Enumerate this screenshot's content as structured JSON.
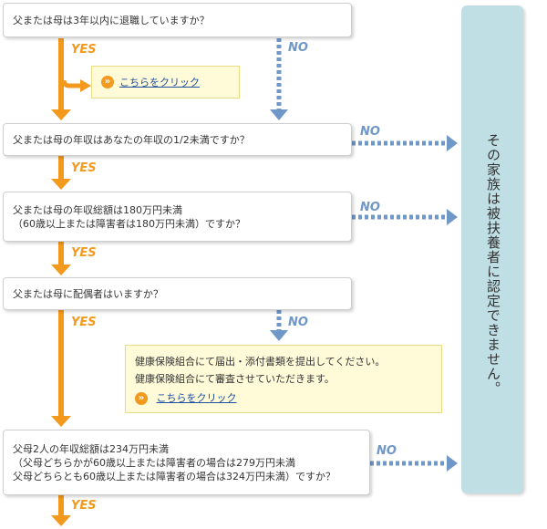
{
  "questions": {
    "q1": "父または母は3年以内に退職していますか？",
    "q2": "父または母の年収はあなたの年収の1/2未満ですか？",
    "q3": [
      "父または母の年収総額は180万円未満",
      "（60歳以上または障害者は180万円未満）ですか？"
    ],
    "q4": "父または母に配偶者はいますか？",
    "q5": [
      "父母2人の年収総額は234万円未満",
      "（父母どちらかが60歳以上または障害者の場合は279万円未満",
      "父母どちらとも60歳以上または障害者の場合は324万円未満）ですか？"
    ]
  },
  "notes": {
    "note1": {
      "link": "こちらをクリック"
    },
    "note2": {
      "line1": "健康保険組合にて届出・添付書類を提出してください。",
      "line2": "健康保険組合にて審査させていただきます。",
      "link": "こちらをクリック"
    }
  },
  "labels": {
    "yes": "YES",
    "no": "NO"
  },
  "result": "その家族は被扶養者に認定できません。",
  "colors": {
    "yes": "#f39a1e",
    "no": "#6f97c8",
    "result_bg": "#bfdfe5",
    "note_bg": "#fffbd9"
  },
  "icons": {
    "link": "double-chevron-right-icon"
  }
}
